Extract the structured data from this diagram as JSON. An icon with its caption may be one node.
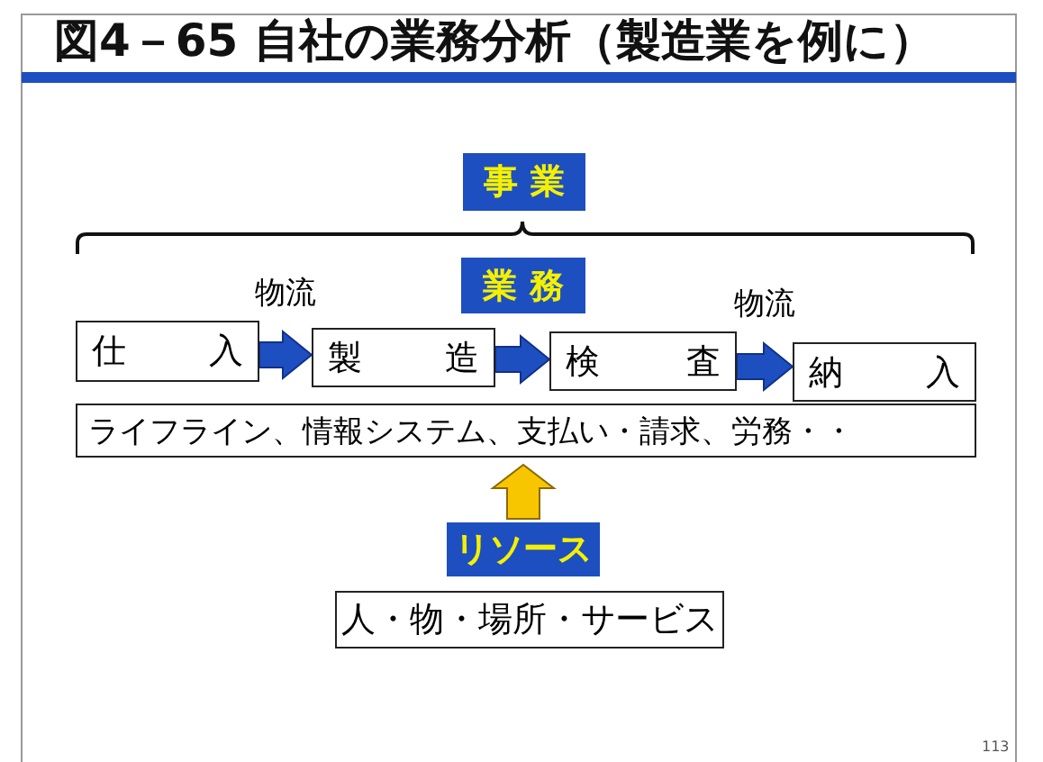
{
  "diagram": {
    "title": "図4－65 自社の業務分析（製造業を例に）",
    "nodes": [
      {
        "text": [
          "事 業"
        ]
      },
      {
        "text": [
          "業 務"
        ]
      },
      {
        "text": [
          "仕 入"
        ]
      },
      {
        "text": [
          "製 造"
        ]
      },
      {
        "text": [
          "検 査"
        ]
      },
      {
        "text": [
          "納 入"
        ]
      },
      {
        "text": [
          "ライフライン、情報システム、支払い・請求、労務・・"
        ]
      },
      {
        "text": [
          "リソース"
        ]
      },
      {
        "text": [
          "人・物・場所・サービス"
        ]
      }
    ],
    "edges": [
      {
        "from": 2,
        "to": 3,
        "arrow": "to",
        "label": "物流"
      },
      {
        "from": 3,
        "to": 4,
        "arrow": "to"
      },
      {
        "from": 4,
        "to": 5,
        "arrow": "to",
        "label": "物流"
      },
      {
        "from": 7,
        "to": 6,
        "arrow": "to",
        "color": "#f7c600"
      }
    ],
    "labels": [
      "113"
    ]
  }
}
